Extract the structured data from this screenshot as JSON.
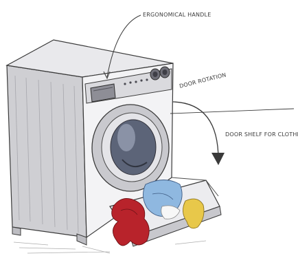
{
  "annotations": {
    "handle": "ERGONOMICAL HANDLE",
    "door_rotation": "DOOR ROTATION",
    "door_shelf": "DOOR SHELF FOR CLOTHES"
  },
  "colors": {
    "paper": "#ffffff",
    "ink": "#3a3a3a",
    "machine_shade": "#b9b9bd",
    "drum_glass": "#5c6478",
    "cloth_red": "#b8232b",
    "cloth_blue": "#8fb8e0",
    "cloth_yellow": "#e8c84a"
  }
}
